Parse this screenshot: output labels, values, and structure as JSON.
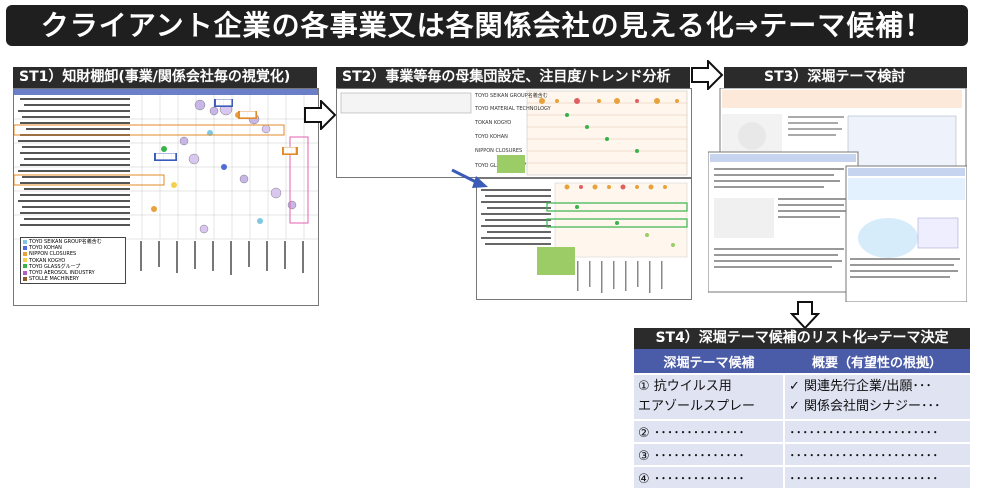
{
  "title": "クライアント企業の各事業又は各関係会社の見える化⇒テーマ候補！",
  "stages": {
    "st1": {
      "label": "ST1）知財棚卸(事業/関係会社毎の視覚化)"
    },
    "st2": {
      "label": "ST2）事業等毎の母集団設定、注目度/トレンド分析"
    },
    "st3": {
      "label": "ST3）深堀テーマ検討"
    },
    "st4": {
      "label": "ST4）深堀テーマ候補のリスト化⇒テーマ決定"
    }
  },
  "st1_legend": [
    "TOYO SEIKAN GROUP名義含む",
    "TOYO KOHAN",
    "NIPPON CLOSURES",
    "TOKAN KOGYO",
    "TOYO GLASSグループ",
    "TOYO AEROSOL INDUSTRY",
    "STOLLE MACHINERY"
  ],
  "st1_legend_colors": [
    "#7ec8e3",
    "#4f6bd6",
    "#e9a23b",
    "#f2d14b",
    "#37b34a",
    "#b05fc8",
    "#8b5a2b"
  ],
  "st2_companies": [
    "TOYO SEIKAN GROUP名義含む",
    "TOYO MATERIAL TECHNOLOGY",
    "TOKAN KOGYO",
    "TOYO KOHAN",
    "NIPPON CLOSURES",
    "TOYO GLASSグループ"
  ],
  "st4_table": {
    "headers": [
      "深堀テーマ候補",
      "概要（有望性の根拠）"
    ],
    "row1": {
      "theme_line1": "① 抗ウイルス用",
      "theme_line2": "エアゾールスプレー",
      "reason_line1": "✓ 関連先行企業/出願･･･",
      "reason_line2": "✓ 関係会社間シナジー･･･"
    },
    "rows": [
      {
        "theme": "② ･･････････････",
        "reason": "･･･････････････････････"
      },
      {
        "theme": "③ ･･････････････",
        "reason": "･･･････････････････････"
      },
      {
        "theme": "④ ･･････････････",
        "reason": "･･･････････････････････"
      }
    ]
  },
  "colors": {
    "banner_bg": "#1f1f1f",
    "stage_bg": "#2b2b2b",
    "table_header": "#4a5ba8",
    "table_cell": "#dfe3f2"
  }
}
